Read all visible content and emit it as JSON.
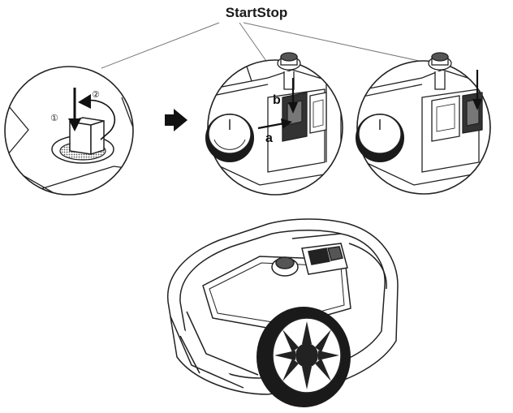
{
  "title": "StartStop",
  "steps": {
    "one": "①",
    "two": "②"
  },
  "callouts": {
    "a": "a",
    "b": "b"
  },
  "icons": [
    "lock-knob-icon",
    "arrow-right-icon",
    "robotic-mower-icon"
  ],
  "colors": {
    "ink": "#1a1a1a",
    "shade": "#555555",
    "knob": "#333333"
  }
}
